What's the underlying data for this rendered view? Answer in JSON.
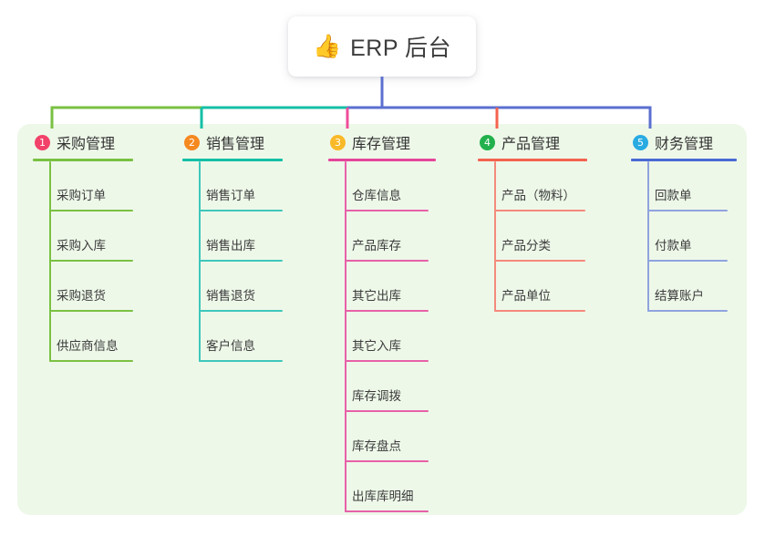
{
  "root": {
    "emoji": "👍",
    "emoji_name": "thumbs-up-icon",
    "title": "ERP 后台"
  },
  "colors": {
    "panel_background": "#eef8e9",
    "page_background": "#ffffff",
    "bus_left": "#7ac143",
    "bus_mid": "#14bfa6",
    "bus_right": "#5b6fd0"
  },
  "columns": [
    {
      "number": "1",
      "title": "采购管理",
      "badge_color": "#f2426a",
      "rule_color": "#7ac143",
      "line_color": "#7ac143",
      "drop_color": "#7ac143",
      "items": [
        {
          "label": "采购订单"
        },
        {
          "label": "采购入库"
        },
        {
          "label": "采购退货"
        },
        {
          "label": "供应商信息"
        }
      ]
    },
    {
      "number": "2",
      "title": "销售管理",
      "badge_color": "#f5881f",
      "rule_color": "#14bfa6",
      "line_color": "#3ec7bb",
      "drop_color": "#14bfa6",
      "items": [
        {
          "label": "销售订单"
        },
        {
          "label": "销售出库"
        },
        {
          "label": "销售退货"
        },
        {
          "label": "客户信息"
        }
      ]
    },
    {
      "number": "3",
      "title": "库存管理",
      "badge_color": "#f9b928",
      "rule_color": "#e5469b",
      "line_color": "#e761a8",
      "drop_color": "#ef4d9a",
      "items": [
        {
          "label": "仓库信息"
        },
        {
          "label": "产品库存"
        },
        {
          "label": "其它出库"
        },
        {
          "label": "其它入库"
        },
        {
          "label": "库存调拨"
        },
        {
          "label": "库存盘点"
        },
        {
          "label": "出库库明细"
        }
      ]
    },
    {
      "number": "4",
      "title": "产品管理",
      "badge_color": "#22b14c",
      "rule_color": "#f4634f",
      "line_color": "#f4897c",
      "drop_color": "#f4634f",
      "items": [
        {
          "label": "产品（物料）"
        },
        {
          "label": "产品分类"
        },
        {
          "label": "产品单位"
        }
      ]
    },
    {
      "number": "5",
      "title": "财务管理",
      "badge_color": "#29abe2",
      "rule_color": "#4a6ad4",
      "line_color": "#8fa3de",
      "drop_color": "#5b6fd0",
      "items": [
        {
          "label": "回款单"
        },
        {
          "label": "付款单"
        },
        {
          "label": "结算账户"
        }
      ]
    }
  ]
}
